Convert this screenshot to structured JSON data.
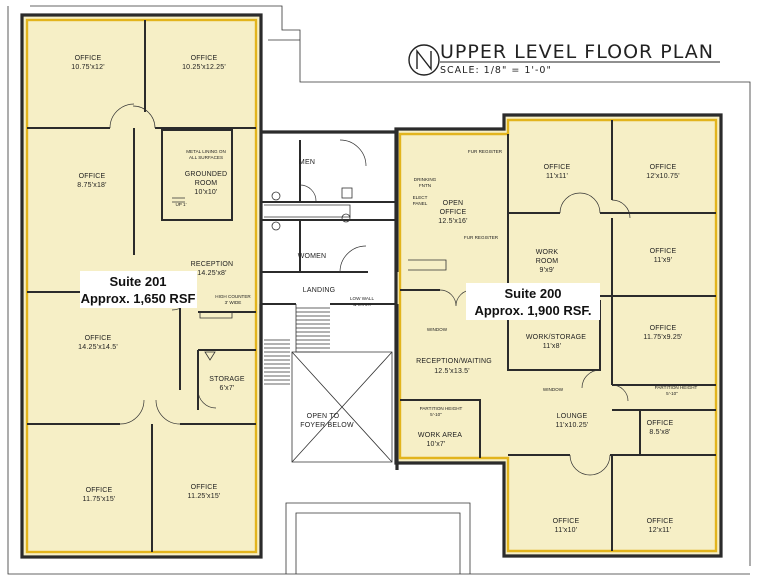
{
  "title": "UPPER LEVEL FLOOR PLAN",
  "scale": "SCALE: 1/8\" = 1'-0\"",
  "colors": {
    "suite_fill": "#f6efc6",
    "suite_border": "#e2b41d",
    "wall": "#2b2b2b"
  },
  "suites": [
    {
      "name": "Suite 201",
      "area": "Approx. 1,650 RSF"
    },
    {
      "name": "Suite 200",
      "area": "Approx. 1,900 RSF."
    }
  ],
  "rooms": {
    "office_a": {
      "name": "OFFICE",
      "size": "10.75'x12'"
    },
    "office_b": {
      "name": "OFFICE",
      "size": "10.25'x12.25'"
    },
    "office_c": {
      "name": "OFFICE",
      "size": "8.75'x18'"
    },
    "grounded": {
      "name": "GROUNDED",
      "name2": "ROOM",
      "size": "10'x10'"
    },
    "reception_201": {
      "name": "RECEPTION",
      "size": "14.25'x8'"
    },
    "office_d": {
      "name": "OFFICE",
      "size": "14.25'x14.5'"
    },
    "storage": {
      "name": "STORAGE",
      "size": "6'x7'"
    },
    "office_e": {
      "name": "OFFICE",
      "size": "11.75'x15'"
    },
    "office_f": {
      "name": "OFFICE",
      "size": "11.25'x15'"
    },
    "men": {
      "name": "MEN"
    },
    "women": {
      "name": "WOMEN"
    },
    "landing": {
      "name": "LANDING"
    },
    "open_office": {
      "name": "OPEN",
      "name2": "OFFICE",
      "size": "12.5'x16'"
    },
    "office_g": {
      "name": "OFFICE",
      "size": "11'x11'"
    },
    "office_h": {
      "name": "OFFICE",
      "size": "12'x10.75'"
    },
    "work_room": {
      "name": "WORK",
      "name2": "ROOM",
      "size": "9'x9'"
    },
    "office_i": {
      "name": "OFFICE",
      "size": "11'x9'"
    },
    "office_j": {
      "name": "OFFICE",
      "size": "11.75'x9.25'"
    },
    "work_storage": {
      "name": "WORK/STORAGE",
      "size": "11'x8'"
    },
    "reception_waiting": {
      "name": "RECEPTION/WAITING",
      "size": "12.5'x13.5'"
    },
    "lounge": {
      "name": "LOUNGE",
      "size": "11'x10.25'"
    },
    "office_k": {
      "name": "OFFICE",
      "size": "8.5'x8'"
    },
    "work_area": {
      "name": "WORK AREA",
      "size": "10'x7'"
    },
    "office_l": {
      "name": "OFFICE",
      "size": "11'x10'"
    },
    "office_m": {
      "name": "OFFICE",
      "size": "12'x11'"
    }
  },
  "notes": {
    "metal_lining": "METAL LINING ON",
    "metal_lining2": "ALL SURFACES",
    "up": "UP 1'",
    "high_counter": "HIGH COUNTER",
    "high_counter2": "3' WIDE",
    "low_wall": "LOW WALL",
    "low_wall2": "& STAIR",
    "open_to": "OPEN TO",
    "foyer_below": "FOYER BELOW",
    "drinking": "DRINKING",
    "fountain": "FNTN",
    "elect": "ELECT",
    "panel": "PANEL",
    "fur_reg1": "FUR REGISTER",
    "fur_reg2": "FUR REGISTER",
    "window1": "WINDOW",
    "window2": "WINDOW",
    "partition1": "PARTITION HEIGHT",
    "partition1b": "5'-10\"",
    "partition2": "PARTITION HEIGHT",
    "partition2b": "5'-10\""
  }
}
